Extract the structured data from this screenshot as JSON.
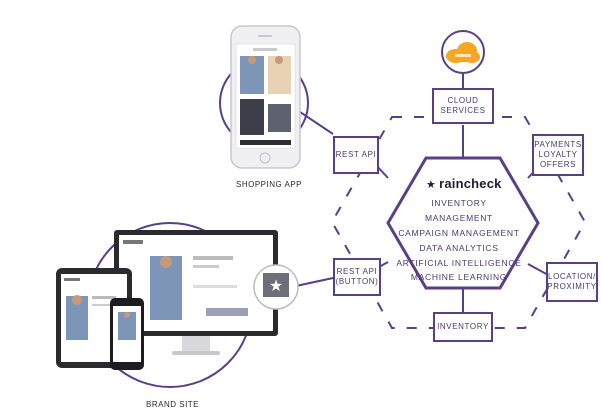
{
  "brand": {
    "name": "raincheck",
    "star": "★"
  },
  "hub_items": [
    "INVENTORY MANAGEMENT",
    "CAMPAIGN MANAGEMENT",
    "DATA ANALYTICS",
    "ARTIFICIAL INTELLIGENCE",
    "MACHINE LEARNING"
  ],
  "nodes": {
    "cloud": [
      "CLOUD",
      "SERVICES"
    ],
    "rest_api": [
      "REST API"
    ],
    "rest_api_button": [
      "REST API",
      "(BUTTON)"
    ],
    "payments": [
      "PAYMENTS",
      "LOYALTY",
      "OFFERS"
    ],
    "location": [
      "LOCATION/",
      "PROXIMITY"
    ],
    "inventory": [
      "INVENTORY"
    ]
  },
  "captions": {
    "shopping_app": "SHOPPING APP",
    "brand_site": "BRAND SITE"
  },
  "colors": {
    "accent": "#5b3f86",
    "cloud": "#f5a623",
    "text": "#4b3a6b"
  },
  "icons": {
    "cloud": "cloud-icon",
    "raincheck_button": "star-icon"
  }
}
